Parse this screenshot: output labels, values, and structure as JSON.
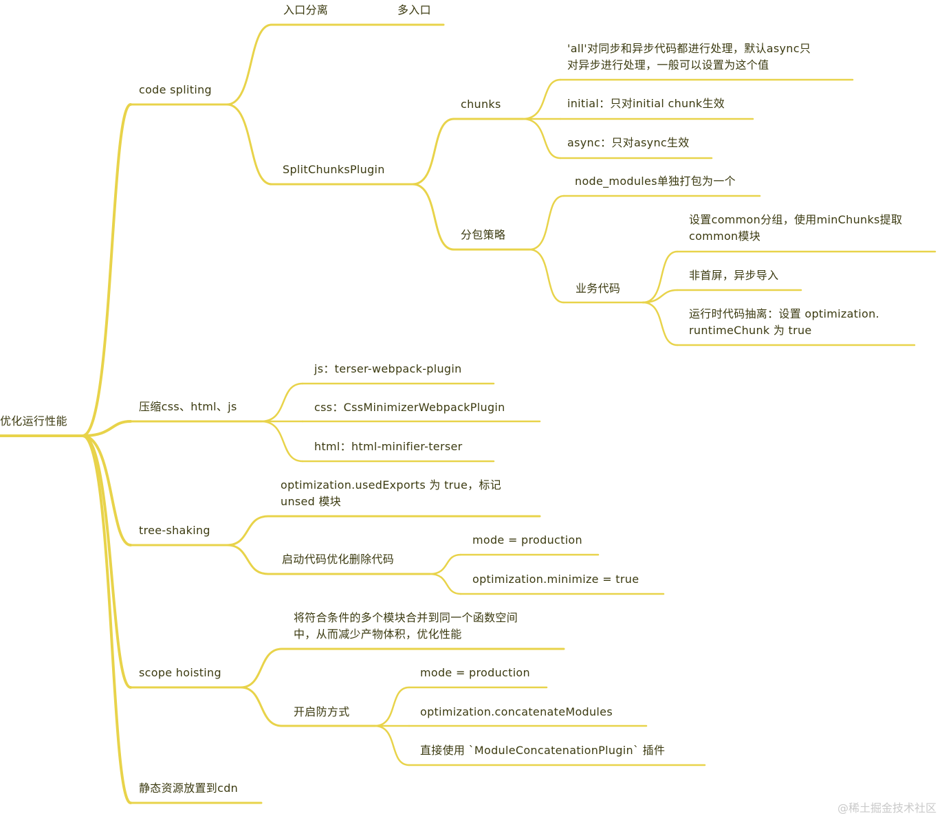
{
  "mindmap": {
    "root": "优化运行性能",
    "code_spliting": {
      "label": "code spliting",
      "entry_split": "入口分离",
      "multi_entry": "多入口",
      "split_chunks_plugin": "SplitChunksPlugin",
      "chunks": {
        "label": "chunks",
        "all_line1": "'all'对同步和异步代码都进行处理，默认async只",
        "all_line2": "对异步进行处理，一般可以设置为这个值",
        "initial": "initial：只对initial chunk生效",
        "async": "async：只对async生效"
      },
      "strategy": {
        "label": "分包策略",
        "node_modules": "node_modules单独打包为一个",
        "business": {
          "label": "业务代码",
          "common_line1": "设置common分组，使用minChunks提取",
          "common_line2": "common模块",
          "non_first_screen": "非首屏，异步导入",
          "runtime_line1": "运行时代码抽离：设置 optimization.",
          "runtime_line2": "runtimeChunk 为 true"
        }
      }
    },
    "compress": {
      "label": "压缩css、html、js",
      "js": "js：terser-webpack-plugin",
      "css": "css：CssMinimizerWebpackPlugin",
      "html": "html：html-minifier-terser"
    },
    "tree_shaking": {
      "label": "tree-shaking",
      "used_exports_line1": "optimization.usedExports 为 true，标记",
      "used_exports_line2": "unsed 模块",
      "enable_delete": "启动代码优化删除代码",
      "mode": "mode = production",
      "minimize": "optimization.minimize = true"
    },
    "scope_hoisting": {
      "label": "scope hoisting",
      "desc_line1": "将符合条件的多个模块合并到同一个函数空间",
      "desc_line2": "中，从而减少产物体积，优化性能",
      "enable_ways": "开启防方式",
      "mode": "mode = production",
      "concatenate": "optimization.concatenateModules",
      "plugin": "直接使用 `ModuleConcatenationPlugin` 插件"
    },
    "cdn": "静态资源放置到cdn"
  },
  "watermark": "@稀土掘金技术社区",
  "colors": {
    "line": "#e8d34a",
    "text": "#3b3a10",
    "background": "#ffffff"
  }
}
